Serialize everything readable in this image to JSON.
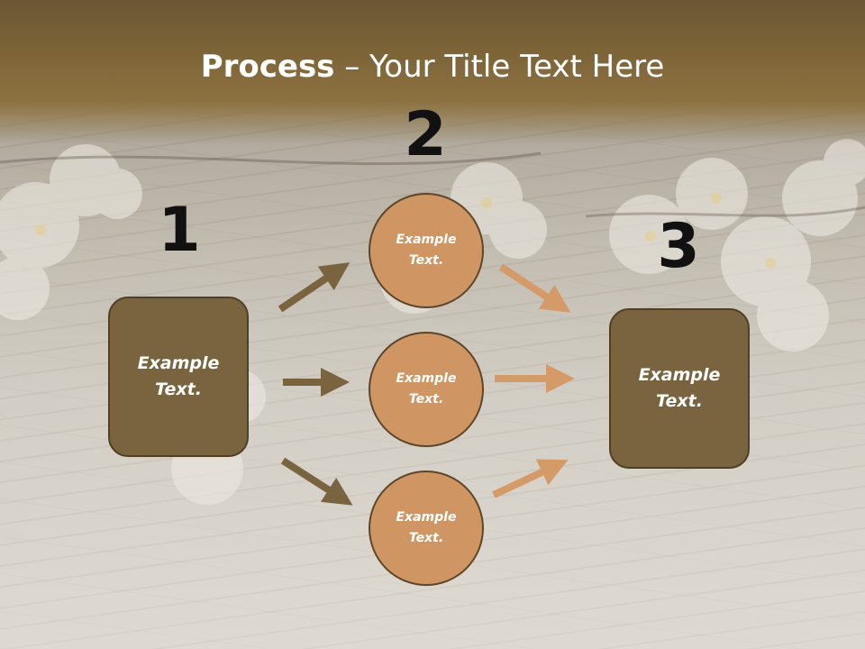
{
  "slide": {
    "title_bold": "Process",
    "title_rest": " – Your Title Text Here"
  },
  "steps": {
    "one": "1",
    "two": "2",
    "three": "3"
  },
  "left_box": {
    "text": "Example Text."
  },
  "right_box": {
    "text": "Example Text."
  },
  "circles": [
    {
      "text": "Example Text."
    },
    {
      "text": "Example Text."
    },
    {
      "text": "Example Text."
    }
  ],
  "colors": {
    "title_band": "#7c6438",
    "box_fill": "#7a6440",
    "circle_fill": "#cf9663",
    "dark_arrow": "#7a6440",
    "light_arrow": "#d49a68"
  }
}
